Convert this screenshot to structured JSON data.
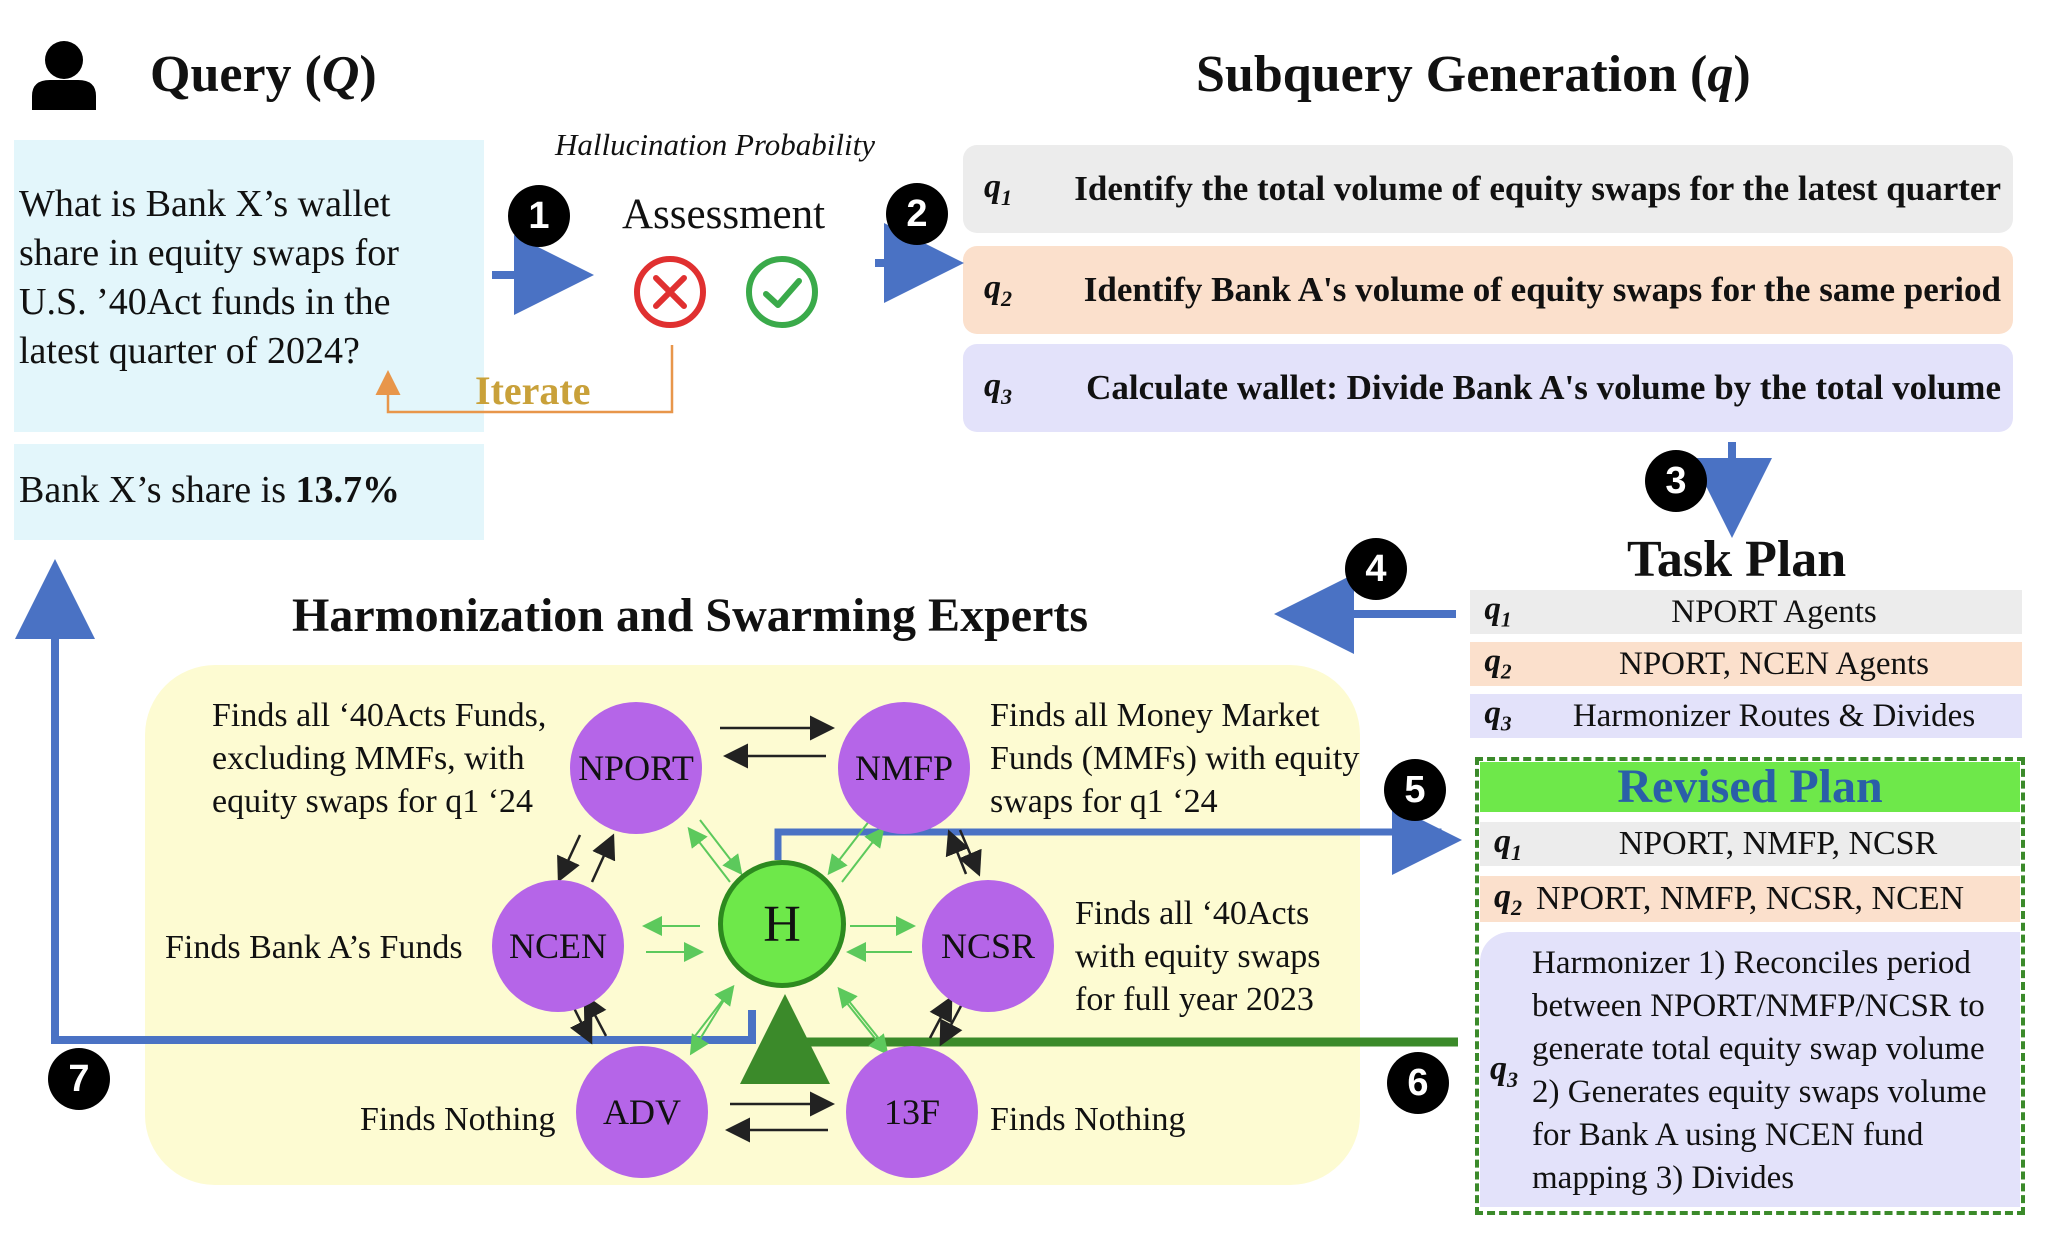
{
  "query": {
    "title": "Query (Q)",
    "question": "What is Bank X’s wallet share in equity swaps for U.S. ’40Act funds in the latest quarter of 2024?",
    "answer_prefix": "Bank X’s share is ",
    "answer_value": "13.7%"
  },
  "assessment": {
    "caption": "Hallucination Probability",
    "label": "Assessment",
    "iterate_label": "Iterate"
  },
  "steps": [
    "1",
    "2",
    "3",
    "4",
    "5",
    "6",
    "7"
  ],
  "subquery": {
    "title": "Subquery Generation (q)",
    "rows": [
      {
        "id": "q1",
        "text": "Identify the total volume of equity swaps for the latest quarter",
        "color": "#ececec"
      },
      {
        "id": "q2",
        "text": "Identify Bank A's volume of equity swaps for the same period",
        "color": "#fbe0cc"
      },
      {
        "id": "q3",
        "text": "Calculate wallet: Divide Bank A's volume by the total volume",
        "color": "#e3e2fa"
      }
    ]
  },
  "task_plan": {
    "title": "Task Plan",
    "rows": [
      {
        "id": "q1",
        "text": "NPORT Agents",
        "color": "#ececec"
      },
      {
        "id": "q2",
        "text": "NPORT, NCEN Agents",
        "color": "#fbe0cc"
      },
      {
        "id": "q3",
        "text": "Harmonizer Routes & Divides",
        "color": "#e3e2fa"
      }
    ]
  },
  "revised_plan": {
    "title": "Revised Plan",
    "header_color": "#6ee84a",
    "rows": [
      {
        "id": "q1",
        "text": "NPORT, NMFP, NCSR",
        "color": "#ececec"
      },
      {
        "id": "q2",
        "text": "NPORT, NMFP, NCSR, NCEN",
        "color": "#fbe0cc"
      },
      {
        "id": "q3",
        "text": "Harmonizer 1) Reconciles period between NPORT/NMFP/NCSR to generate total equity swap volume 2) Generates equity swaps volume for Bank A using NCEN fund mapping 3) Divides",
        "color": "#e3e2fa"
      }
    ]
  },
  "swarm": {
    "title": "Harmonization and Swarming Experts",
    "background": "#fdfbd2",
    "node_color": "#b565e8",
    "hub_color": "#6ee84a",
    "hub_label": "H",
    "nodes": {
      "nport": "NPORT",
      "nmfp": "NMFP",
      "ncen": "NCEN",
      "ncsr": "NCSR",
      "adv": "ADV",
      "f13": "13F"
    },
    "descriptions": {
      "nport": "Finds all ‘40Acts Funds, excluding MMFs, with equity swaps for q1 ‘24",
      "nmfp": "Finds all Money Market Funds (MMFs) with equity swaps for q1 ‘24",
      "ncen": "Finds Bank A’s Funds",
      "ncsr": "Finds all ‘40Acts with equity swaps for full year 2023",
      "adv": "Finds Nothing",
      "f13": "Finds Nothing"
    }
  },
  "colors": {
    "blue_arrow": "#4a72c4",
    "green_arrow": "#3b8a2a",
    "iterate_orange": "#e8964a",
    "iterate_text": "#c9a13a",
    "cross_red": "#e03030",
    "check_green": "#3aaa4a"
  }
}
